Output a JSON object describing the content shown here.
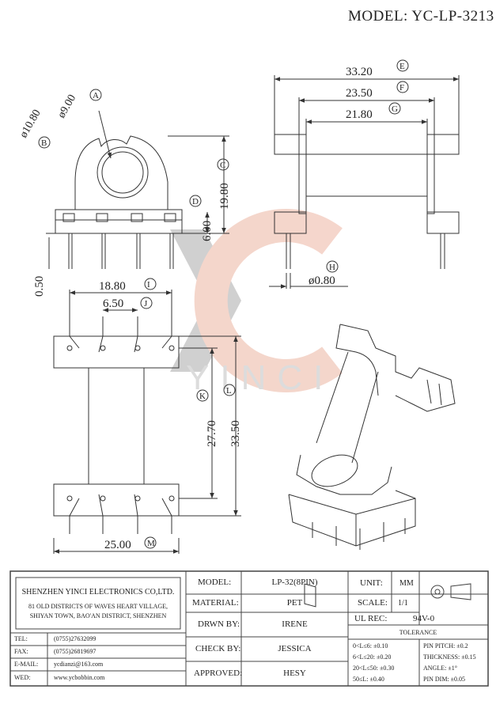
{
  "model_title": "MODEL: YC-LP-3213",
  "watermark": "YINCI",
  "dimensions": {
    "E": {
      "value": "33.20",
      "letter": "E"
    },
    "F": {
      "value": "23.50",
      "letter": "F"
    },
    "G": {
      "value": "21.80",
      "letter": "G"
    },
    "A": {
      "value": "ø9.00",
      "letter": "A"
    },
    "B": {
      "value": "ø10.80",
      "letter": "B"
    },
    "C": {
      "value": "19.80",
      "letter": "C"
    },
    "D": {
      "value": "6.00",
      "letter": "D"
    },
    "H": {
      "value": "ø0.80",
      "letter": "H"
    },
    "pin_offset": {
      "value": "0.50"
    },
    "I": {
      "value": "18.80",
      "letter": "I"
    },
    "J": {
      "value": "6.50",
      "letter": "J"
    },
    "K": {
      "value": "27.70",
      "letter": "K"
    },
    "L": {
      "value": "33.50",
      "letter": "L"
    },
    "M": {
      "value": "25.00",
      "letter": "M"
    }
  },
  "company": {
    "name": "SHENZHEN YINCI ELECTRONICS CO,LTD.",
    "address_line1": "81 OLD DISTRICTS OF WAVES HEART VILLAGE,",
    "address_line2": "SHIYAN TOWN, BAO'AN DISTRICT, SHENZHEN"
  },
  "contacts": [
    {
      "label": "TEL:",
      "value": "(0755)27632099"
    },
    {
      "label": "FAX:",
      "value": "(0755)26819697"
    },
    {
      "label": "E-MAIL:",
      "value": "ycdianzi@163.com"
    },
    {
      "label": "WED:",
      "value": "www.ycbobbin.com"
    }
  ],
  "fields": {
    "model_label": "MODEL:",
    "model_value": "LP-32(8PIN)",
    "material_label": "MATERIAL:",
    "material_value": "PET",
    "drawn_label": "DRWN BY:",
    "drawn_value": "IRENE",
    "check_label": "CHECK BY:",
    "check_value": "JESSICA",
    "approved_label": "APPROVED:",
    "approved_value": "HESY",
    "unit_label": "UNIT:",
    "unit_value": "MM",
    "scale_label": "SCALE:",
    "scale_value": "1/1",
    "ulrec_label": "UL REC:",
    "ulrec_value": "94V-0"
  },
  "tolerance": {
    "title": "TOLERANCE",
    "left": [
      "0<L≤6: ±0.10",
      "6<L≤20: ±0.20",
      "20<L≤50: ±0.30",
      "50≤L: ±0.40"
    ],
    "right": [
      "PIN PITCH: ±0.2",
      "THICKNESS: ±0.15",
      "ANGLE: ±1°",
      "PIN DIM: ±0.05"
    ]
  }
}
